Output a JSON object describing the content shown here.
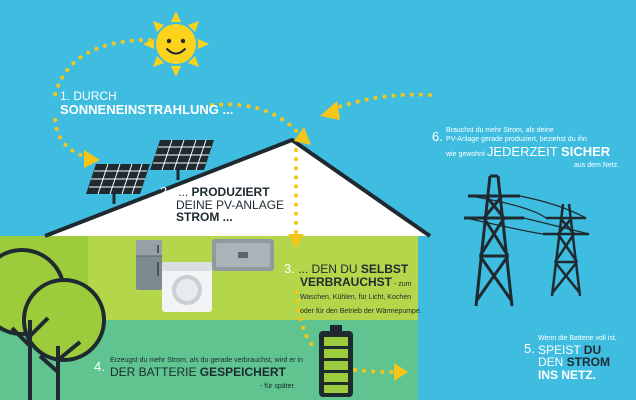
{
  "colors": {
    "sky": "#3fbde0",
    "ground_green": "#9ccb3b",
    "house_upper": "#b3d64a",
    "house_lower": "#5fc490",
    "arrow_yellow": "#f5c518",
    "sun": "#fcd21a",
    "roof_white": "#ffffff",
    "dark": "#1e2a30"
  },
  "icons": [
    "sun-icon",
    "solar-panel-icon",
    "fridge-icon",
    "inverter-icon",
    "washing-machine-icon",
    "battery-icon",
    "power-pylon-icon",
    "tree-icon",
    "arrow-icon"
  ],
  "step1": {
    "num": "1.",
    "line1": "DURCH",
    "line2": "SONNENEINSTRAHLUNG ..."
  },
  "step2": {
    "num": "2.",
    "line1_a": "... ",
    "line1_b": "PRODUZIERT",
    "line2": "DEINE PV-ANLAGE",
    "line3": "STROM ..."
  },
  "step3": {
    "num": "3.",
    "line1_a": "... DEN DU ",
    "line1_b": "SELBST",
    "line2_b": "VERBRAUCHST",
    "line2_small": " - zum",
    "line3": "Waschen, Kühlen, für Licht, Kochen",
    "line4": "oder für den Betrieb der Wärmepumpe."
  },
  "step4": {
    "num": "4.",
    "small1": "Erzeugst du mehr Strom, als du gerade verbrauchst, wird er in",
    "line_a": "DER BATTERIE ",
    "line_b": "GESPEICHERT",
    "small2": "- für später."
  },
  "step5": {
    "num": "5.",
    "small1": "Wenn die Batterie voll ist,",
    "line1_a": "SPEIST ",
    "line1_b": "DU",
    "line2": "DEN ",
    "line2_b": "STROM",
    "line3": "INS NETZ."
  },
  "step6": {
    "num": "6.",
    "small1": "Brauchst du mehr Strom, als deine",
    "small2": "PV-Anlage gerade produziert, beziehst du ihn",
    "small3": "wie gewohnt ",
    "big_a": "JEDERZEIT ",
    "big_b": "SICHER",
    "small4": "aus dem Netz."
  }
}
